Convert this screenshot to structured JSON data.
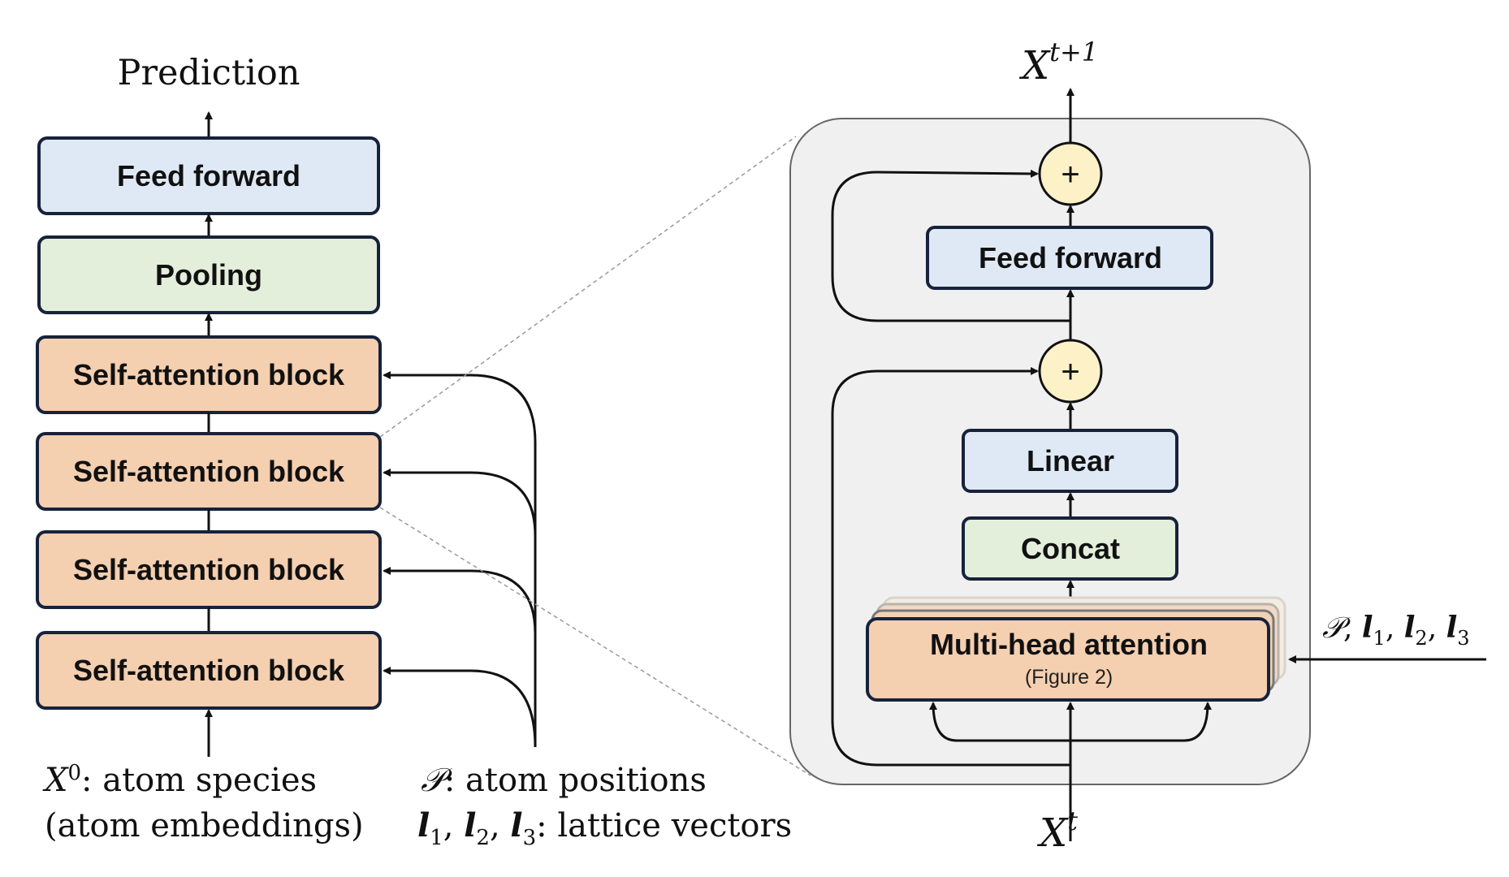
{
  "left": {
    "output_label": "Prediction",
    "boxes": [
      "Feed forward",
      "Pooling",
      "Self-attention block",
      "Self-attention block",
      "Self-attention block",
      "Self-attention block"
    ],
    "input_var": "X",
    "input_sup": "0",
    "input_line1": ": atom species",
    "input_line2": "(atom embeddings)",
    "pos_symbol": "𝒫",
    "pos_text": ": atom positions",
    "lattice_vars": [
      "l",
      "l",
      "l"
    ],
    "lattice_subs": [
      "1",
      "2",
      "3"
    ],
    "lattice_text": ": lattice vectors"
  },
  "right": {
    "output_var": "X",
    "output_sup": "t+1",
    "input_var": "X",
    "input_sup": "t",
    "plus_symbol": "+",
    "feed_forward": "Feed forward",
    "linear": "Linear",
    "concat": "Concat",
    "mha": "Multi-head attention",
    "mha_sub": "(Figure 2)",
    "side_input_symbol": "𝒫",
    "side_input_vars": [
      "l",
      "l",
      "l"
    ],
    "side_input_subs": [
      "1",
      "2",
      "3"
    ]
  },
  "colors": {
    "orange": "#f4cfb0",
    "blue": "#dfe9f5",
    "green": "#e3eedb",
    "plus": "#fdf1c8",
    "panel": "#f0f0f0",
    "stroke": "#17223b"
  }
}
